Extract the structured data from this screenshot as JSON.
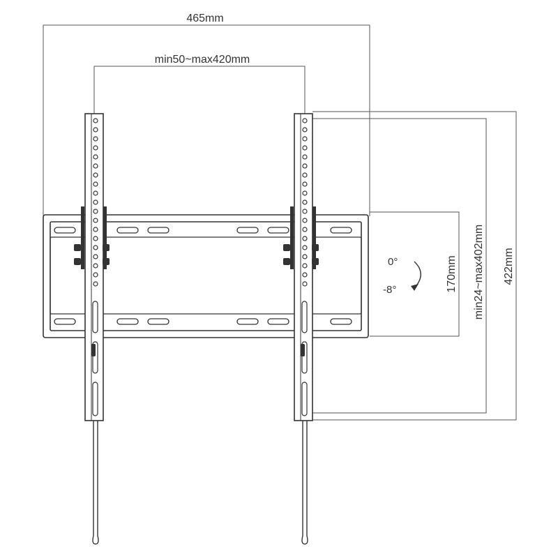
{
  "dimensions": {
    "overall_width": "465mm",
    "vesa_horizontal": "min50~max420mm",
    "plate_height": "170mm",
    "vesa_vertical": "min24~max402mm",
    "overall_height": "422mm"
  },
  "tilt": {
    "top": "0°",
    "bottom": "-8°"
  },
  "colors": {
    "line": "#333333",
    "dim_line": "#555555",
    "background": "#ffffff"
  }
}
